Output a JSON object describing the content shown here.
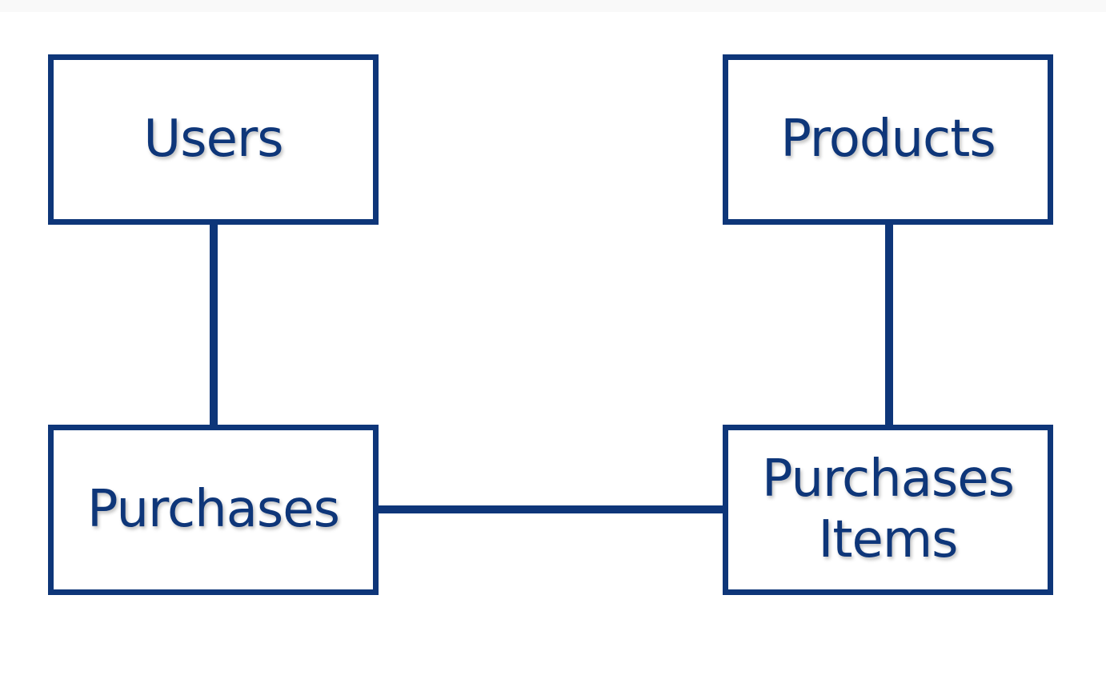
{
  "diagram": {
    "title": "",
    "color": "#0e3679",
    "entities": [
      {
        "id": "users",
        "label": "Users"
      },
      {
        "id": "products",
        "label": "Products"
      },
      {
        "id": "purchases",
        "label": "Purchases"
      },
      {
        "id": "purchases-items",
        "label": "Purchases Items"
      }
    ],
    "relations": [
      {
        "from": "users",
        "to": "purchases"
      },
      {
        "from": "products",
        "to": "purchases-items"
      },
      {
        "from": "purchases",
        "to": "purchases-items"
      }
    ]
  }
}
